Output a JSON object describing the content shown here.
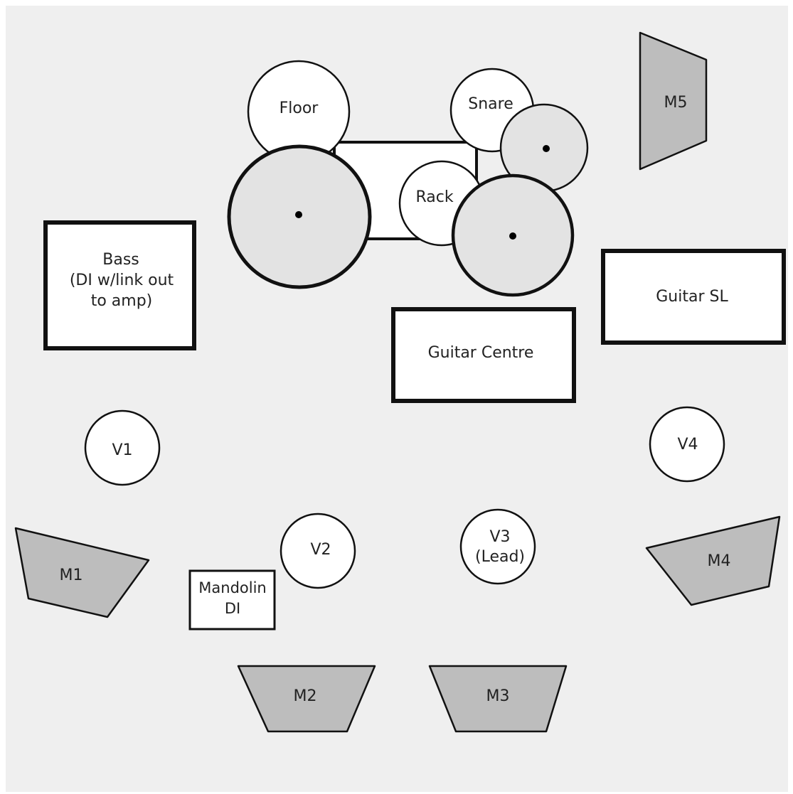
{
  "colors": {
    "stage_bg": "#efefef",
    "white_fill": "#ffffff",
    "grey_fill": "#bdbdbd",
    "drum_grey_fill": "#e3e3e3",
    "stroke": "#111111",
    "text": "#222222"
  },
  "drums": {
    "floor_label": "Floor",
    "snare_label": "Snare",
    "rack_label": "Rack"
  },
  "amps": {
    "bass_lines": [
      "Bass",
      "(DI w/link out",
      "to amp)"
    ],
    "guitar_centre_label": "Guitar Centre",
    "guitar_sl_label": "Guitar SL",
    "mandolin_lines": [
      "Mandolin",
      "DI"
    ]
  },
  "vocals": {
    "v1": "V1",
    "v2": "V2",
    "v3_lines": [
      "V3",
      "(Lead)"
    ],
    "v4": "V4"
  },
  "monitors": {
    "m1": "M1",
    "m2": "M2",
    "m3": "M3",
    "m4": "M4",
    "m5": "M5"
  }
}
